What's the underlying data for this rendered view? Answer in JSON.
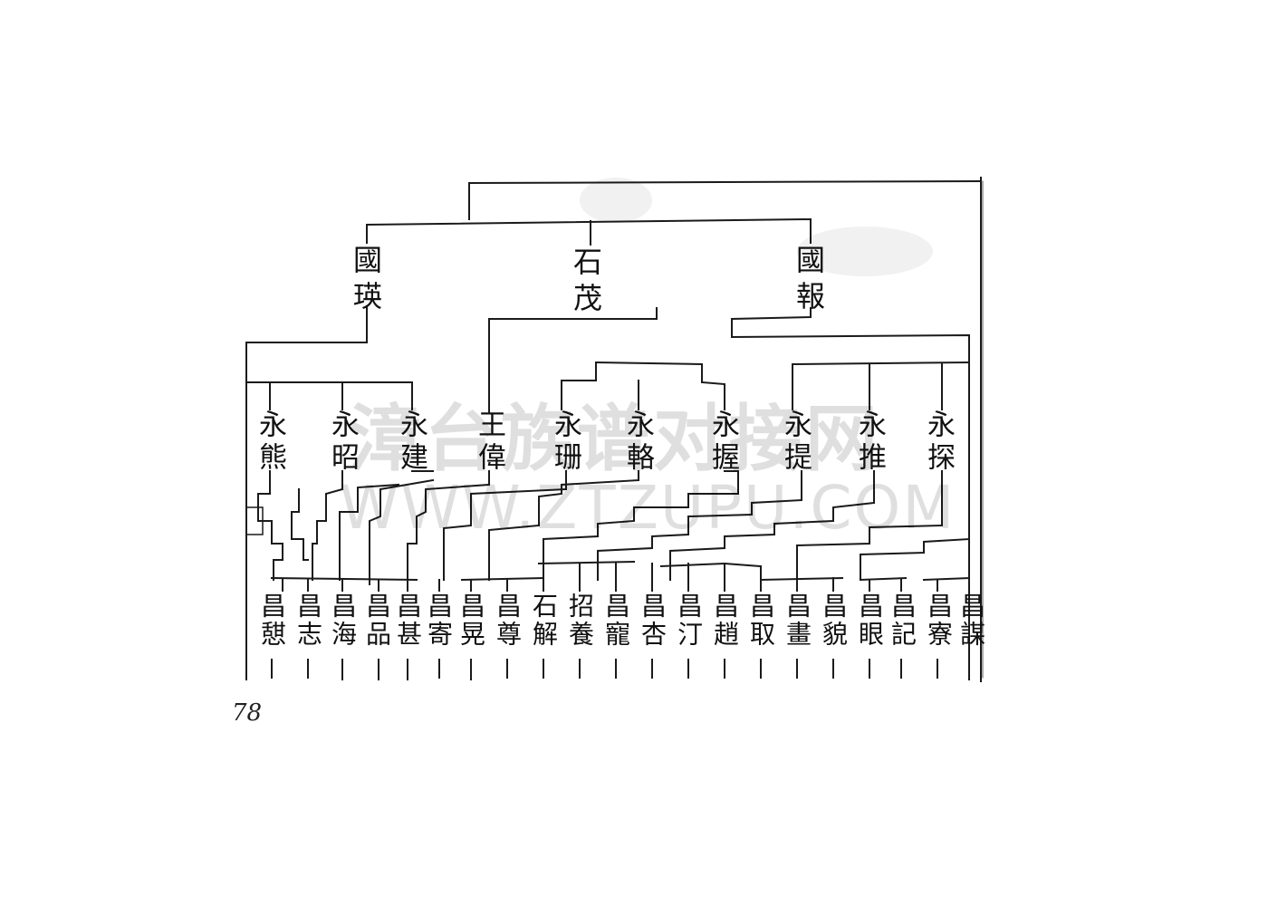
{
  "page_number": "78",
  "watermark": {
    "chinese": "漳台族谱对接网",
    "url": "WWW.ZTZUPU.COM"
  },
  "generation_1": [
    {
      "name": "國瑛"
    },
    {
      "name": "石茂"
    },
    {
      "name": "國報"
    }
  ],
  "generation_2": [
    {
      "name": "永熊"
    },
    {
      "name": "永昭"
    },
    {
      "name": "永建"
    },
    {
      "name": "王偉"
    },
    {
      "name": "永珊"
    },
    {
      "name": "永輅"
    },
    {
      "name": "永握"
    },
    {
      "name": "永提"
    },
    {
      "name": "永推"
    },
    {
      "name": "永探"
    }
  ],
  "generation_3": [
    {
      "name": "昌憇"
    },
    {
      "name": "昌志"
    },
    {
      "name": "昌海"
    },
    {
      "name": "昌品"
    },
    {
      "name": "昌甚"
    },
    {
      "name": "昌寄"
    },
    {
      "name": "昌晃"
    },
    {
      "name": "昌尊"
    },
    {
      "name": "石解"
    },
    {
      "name": "招養"
    },
    {
      "name": "昌寵"
    },
    {
      "name": "昌杏"
    },
    {
      "name": "昌汀"
    },
    {
      "name": "昌趙"
    },
    {
      "name": "昌取"
    },
    {
      "name": "昌畫"
    },
    {
      "name": "昌貌"
    },
    {
      "name": "昌眼"
    },
    {
      "name": "昌記"
    },
    {
      "name": "昌寮"
    },
    {
      "name": "昌謀"
    }
  ]
}
